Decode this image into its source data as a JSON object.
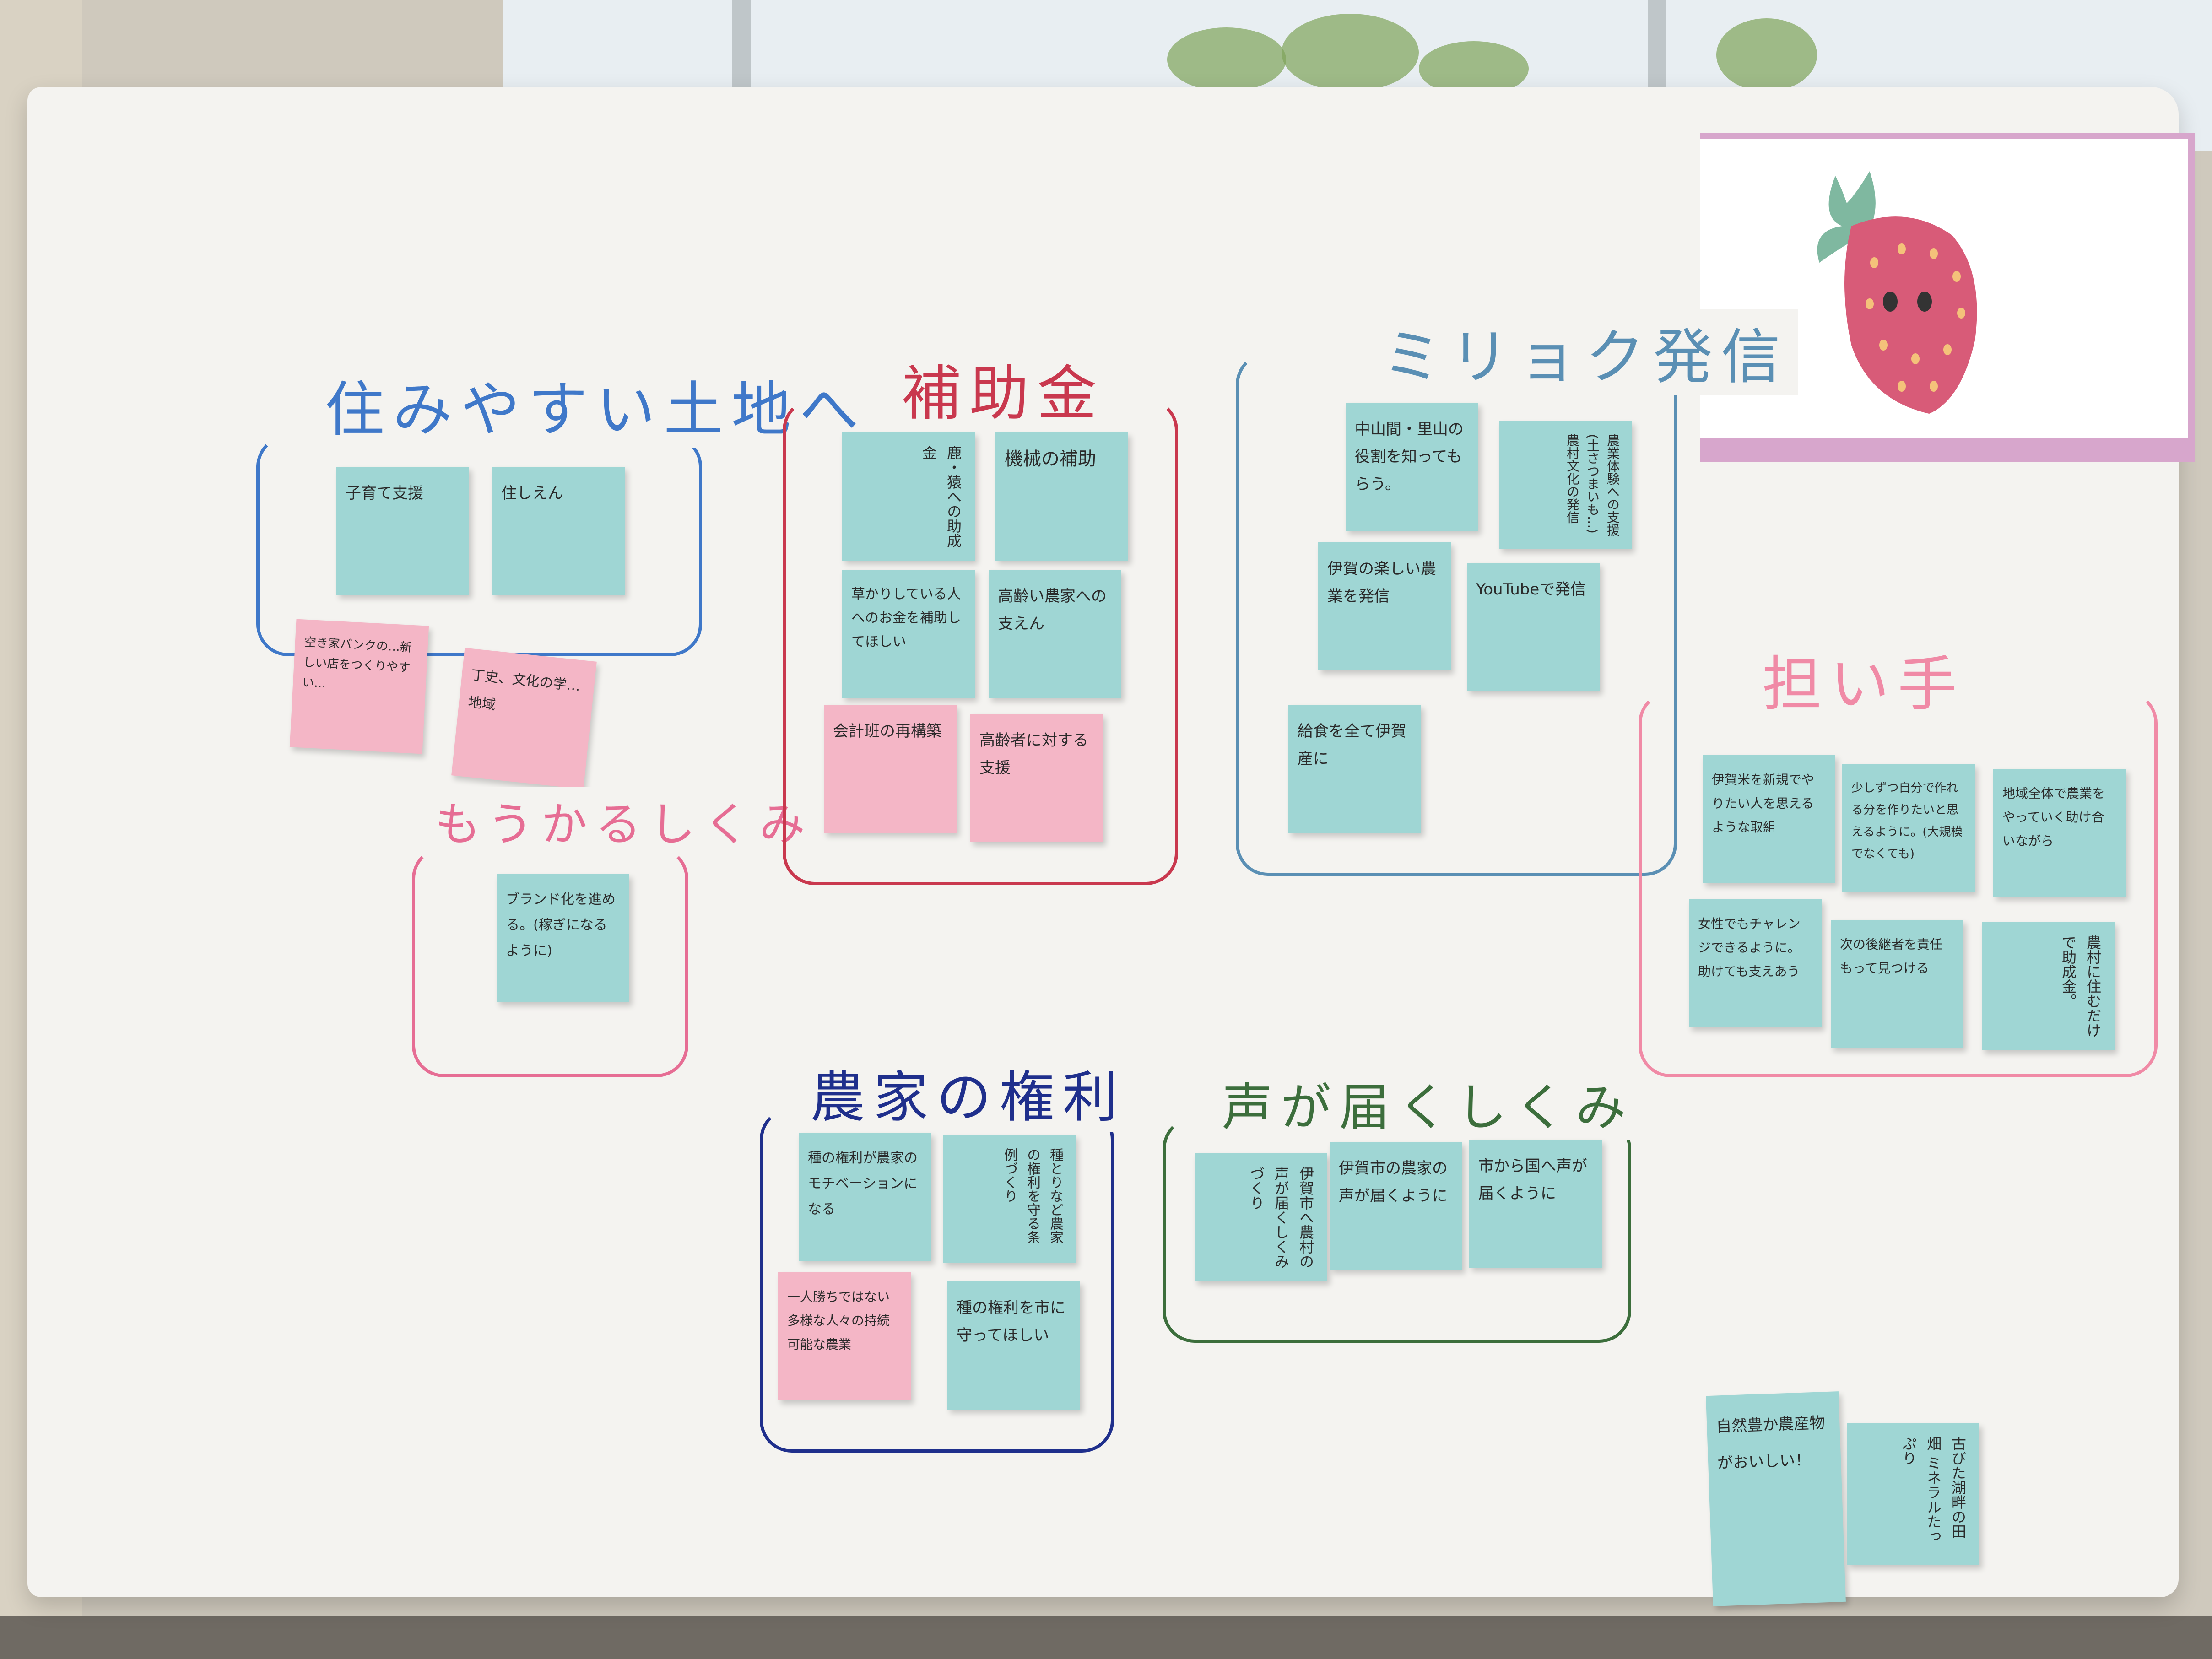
{
  "groups": {
    "living": {
      "title": "住みやすい土地へ",
      "notes": [
        "子育て支援",
        "住しえん"
      ]
    },
    "living_pink": {
      "notes": [
        "空き家バンクの…新しい店をつくりやすい…",
        "丁史、文化の学…地域"
      ]
    },
    "profit": {
      "title": "もうかるしくみ",
      "notes": [
        "ブランド化を進める。(稼ぎになるように)"
      ]
    },
    "subsidy": {
      "title": "補助金",
      "notes": [
        "鹿・猿への助成金",
        "機械の補助",
        "草かりしている人へのお金を補助してほしい",
        "高齢い農家への支えん",
        "会計班の再構築",
        "高齢者に対する支援"
      ]
    },
    "appeal": {
      "title": "ミリョク発信",
      "notes": [
        "中山間・里山の役割を知ってもらう。",
        "農業体験への支援(土さつまいも…)農村文化の発信",
        "伊賀の楽しい農業を発信",
        "YouTubeで発信",
        "給食を全て伊賀産に"
      ]
    },
    "bearers": {
      "title": "担い手",
      "notes": [
        "伊賀米を新規でやりたい人を思えるような取組",
        "少しずつ自分で作れる分を作りたいと思えるように。(大規模でなくても)",
        "地域全体で農業をやっていく助け合いながら",
        "女性でもチャレンジできるように。助けても支えあう",
        "次の後継者を責任もって見つける",
        "農村に住むだけで助成金。"
      ]
    },
    "rights": {
      "title": "農家の権利",
      "notes": [
        "種の権利が農家のモチベーションになる",
        "種とりなど農家の権利を守る条例づくり",
        "一人勝ちではない多様な人々の持続可能な農業",
        "種の権利を市に守ってほしい"
      ]
    },
    "voice": {
      "title": "声が届くしくみ",
      "notes": [
        "伊賀市へ農村の声が届くしくみづくり",
        "伊賀市の農家の声が届くように",
        "市から国へ声が届くように"
      ]
    },
    "loose": {
      "notes": [
        "自然豊か農産物がおいしい！",
        "古びた湖畔の田畑 ミネラルたっぷり"
      ]
    }
  },
  "colors": {
    "note_blue": "#9fd6d4",
    "note_pink": "#f4b6c6",
    "living": "#3f78c9",
    "subsidy": "#c9384e",
    "profit": "#e66d94",
    "appeal": "#5a8fb4",
    "bearers": "#f08aa6",
    "rights": "#1f2f8c",
    "voice": "#3c6e3c",
    "strawberry": "#d85b78",
    "strawberry_leaf": "#7fb8a0"
  },
  "icons": {
    "banner": "strawberry-illustration"
  }
}
